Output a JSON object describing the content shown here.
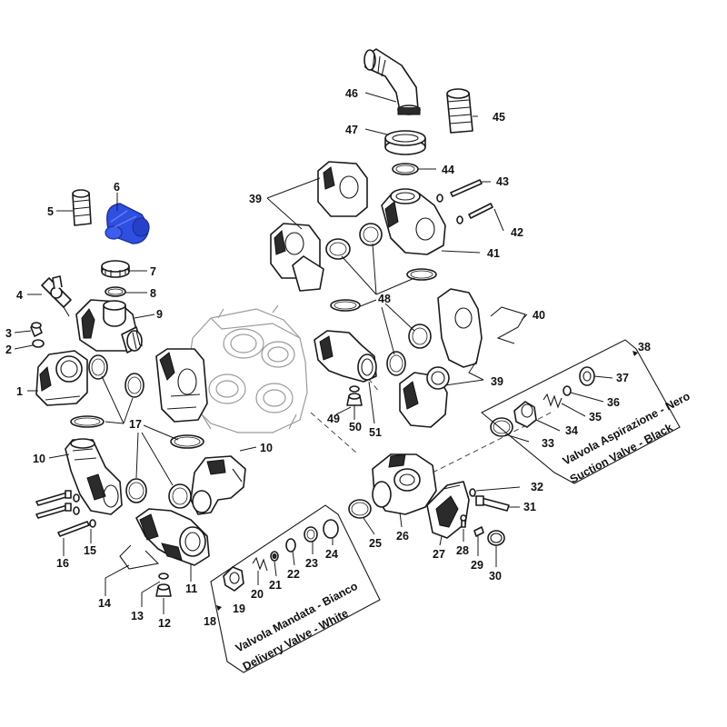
{
  "callouts": [
    {
      "id": "1",
      "label": "1"
    },
    {
      "id": "2",
      "label": "2"
    },
    {
      "id": "3",
      "label": "3"
    },
    {
      "id": "4",
      "label": "4"
    },
    {
      "id": "5",
      "label": "5"
    },
    {
      "id": "6",
      "label": "6"
    },
    {
      "id": "7",
      "label": "7"
    },
    {
      "id": "8",
      "label": "8"
    },
    {
      "id": "9",
      "label": "9"
    },
    {
      "id": "10a",
      "label": "10"
    },
    {
      "id": "10b",
      "label": "10"
    },
    {
      "id": "11",
      "label": "11"
    },
    {
      "id": "12",
      "label": "12"
    },
    {
      "id": "13",
      "label": "13"
    },
    {
      "id": "14",
      "label": "14"
    },
    {
      "id": "15",
      "label": "15"
    },
    {
      "id": "16",
      "label": "16"
    },
    {
      "id": "17",
      "label": "17"
    },
    {
      "id": "18",
      "label": "18"
    },
    {
      "id": "19",
      "label": "19"
    },
    {
      "id": "20",
      "label": "20"
    },
    {
      "id": "21",
      "label": "21"
    },
    {
      "id": "22",
      "label": "22"
    },
    {
      "id": "23",
      "label": "23"
    },
    {
      "id": "24",
      "label": "24"
    },
    {
      "id": "25",
      "label": "25"
    },
    {
      "id": "26",
      "label": "26"
    },
    {
      "id": "27",
      "label": "27"
    },
    {
      "id": "28",
      "label": "28"
    },
    {
      "id": "29",
      "label": "29"
    },
    {
      "id": "30",
      "label": "30"
    },
    {
      "id": "31",
      "label": "31"
    },
    {
      "id": "32",
      "label": "32"
    },
    {
      "id": "33",
      "label": "33"
    },
    {
      "id": "34",
      "label": "34"
    },
    {
      "id": "35",
      "label": "35"
    },
    {
      "id": "36",
      "label": "36"
    },
    {
      "id": "37",
      "label": "37"
    },
    {
      "id": "38",
      "label": "38"
    },
    {
      "id": "39a",
      "label": "39"
    },
    {
      "id": "39b",
      "label": "39"
    },
    {
      "id": "40",
      "label": "40"
    },
    {
      "id": "41",
      "label": "41"
    },
    {
      "id": "42",
      "label": "42"
    },
    {
      "id": "43",
      "label": "43"
    },
    {
      "id": "44",
      "label": "44"
    },
    {
      "id": "45",
      "label": "45"
    },
    {
      "id": "46",
      "label": "46"
    },
    {
      "id": "47",
      "label": "47"
    },
    {
      "id": "48",
      "label": "48"
    },
    {
      "id": "49",
      "label": "49"
    },
    {
      "id": "50",
      "label": "50"
    },
    {
      "id": "51",
      "label": "51"
    }
  ],
  "delivery_valve_box": {
    "line1": "Valvola Mandata - Bianco",
    "line2": "Delivery Valve - White"
  },
  "suction_valve_box": {
    "line1": "Valvola Aspirazione - Nero",
    "line2": "Suction Valve - Black"
  },
  "colors": {
    "highlight_part": "#2f4fe0",
    "highlight_dark": "#1b2f9e",
    "line": "#1a1a1a",
    "background": "#ffffff"
  }
}
